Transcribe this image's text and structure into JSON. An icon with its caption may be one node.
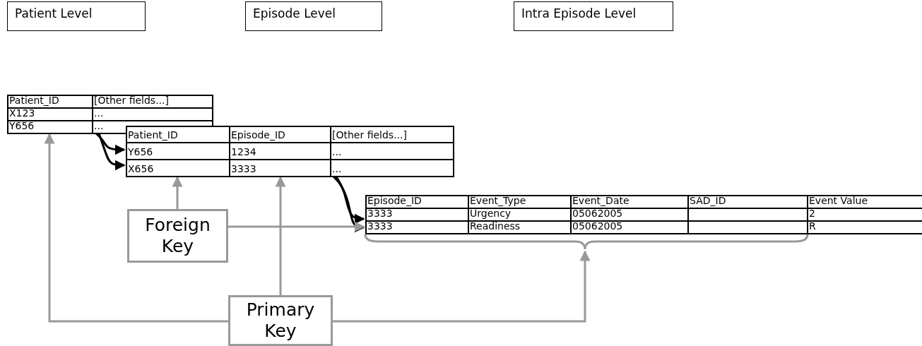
{
  "diagram": {
    "nodes": [
      {
        "text": [
          "Patient Level"
        ]
      },
      {
        "text": [
          "Episode Level"
        ]
      },
      {
        "text": [
          "Intra Episode Level"
        ]
      },
      {
        "text": [
          "Patient_ID",
          "[Other fields...]",
          "X123",
          "...",
          "Y656",
          "..."
        ]
      },
      {
        "text": [
          "Patient_ID",
          "Episode_ID",
          "[Other fields...]",
          "Y656",
          "1234",
          "...",
          "X656",
          "3333",
          "..."
        ]
      },
      {
        "text": [
          "Episode_ID",
          "Event_Type",
          "Event_Date",
          "SAD_ID",
          "Event Value",
          "3333",
          "Urgency",
          "05062005",
          "2",
          "3333",
          "Readiness",
          "05062005",
          "R"
        ]
      },
      {
        "text": [
          "Foreign Key"
        ]
      },
      {
        "text": [
          "Primary Key"
        ]
      },
      {
        "text": [],
        "shape": "brace"
      }
    ],
    "edges": [
      {
        "from": 3,
        "to": 4,
        "arrow": "to",
        "color": "#000000"
      },
      {
        "from": 3,
        "to": 4,
        "arrow": "to",
        "color": "#000000"
      },
      {
        "from": 4,
        "to": 5,
        "arrow": "to",
        "color": "#000000"
      },
      {
        "from": 4,
        "to": 5,
        "arrow": "to",
        "color": "#000000"
      },
      {
        "from": 6,
        "to": 4,
        "arrow": "to"
      },
      {
        "from": 6,
        "to": 5,
        "arrow": "to"
      },
      {
        "from": 7,
        "to": 4,
        "arrow": "to"
      },
      {
        "from": 7,
        "to": 3,
        "arrow": "to"
      },
      {
        "from": 7,
        "to": 8,
        "arrow": "to"
      }
    ]
  }
}
